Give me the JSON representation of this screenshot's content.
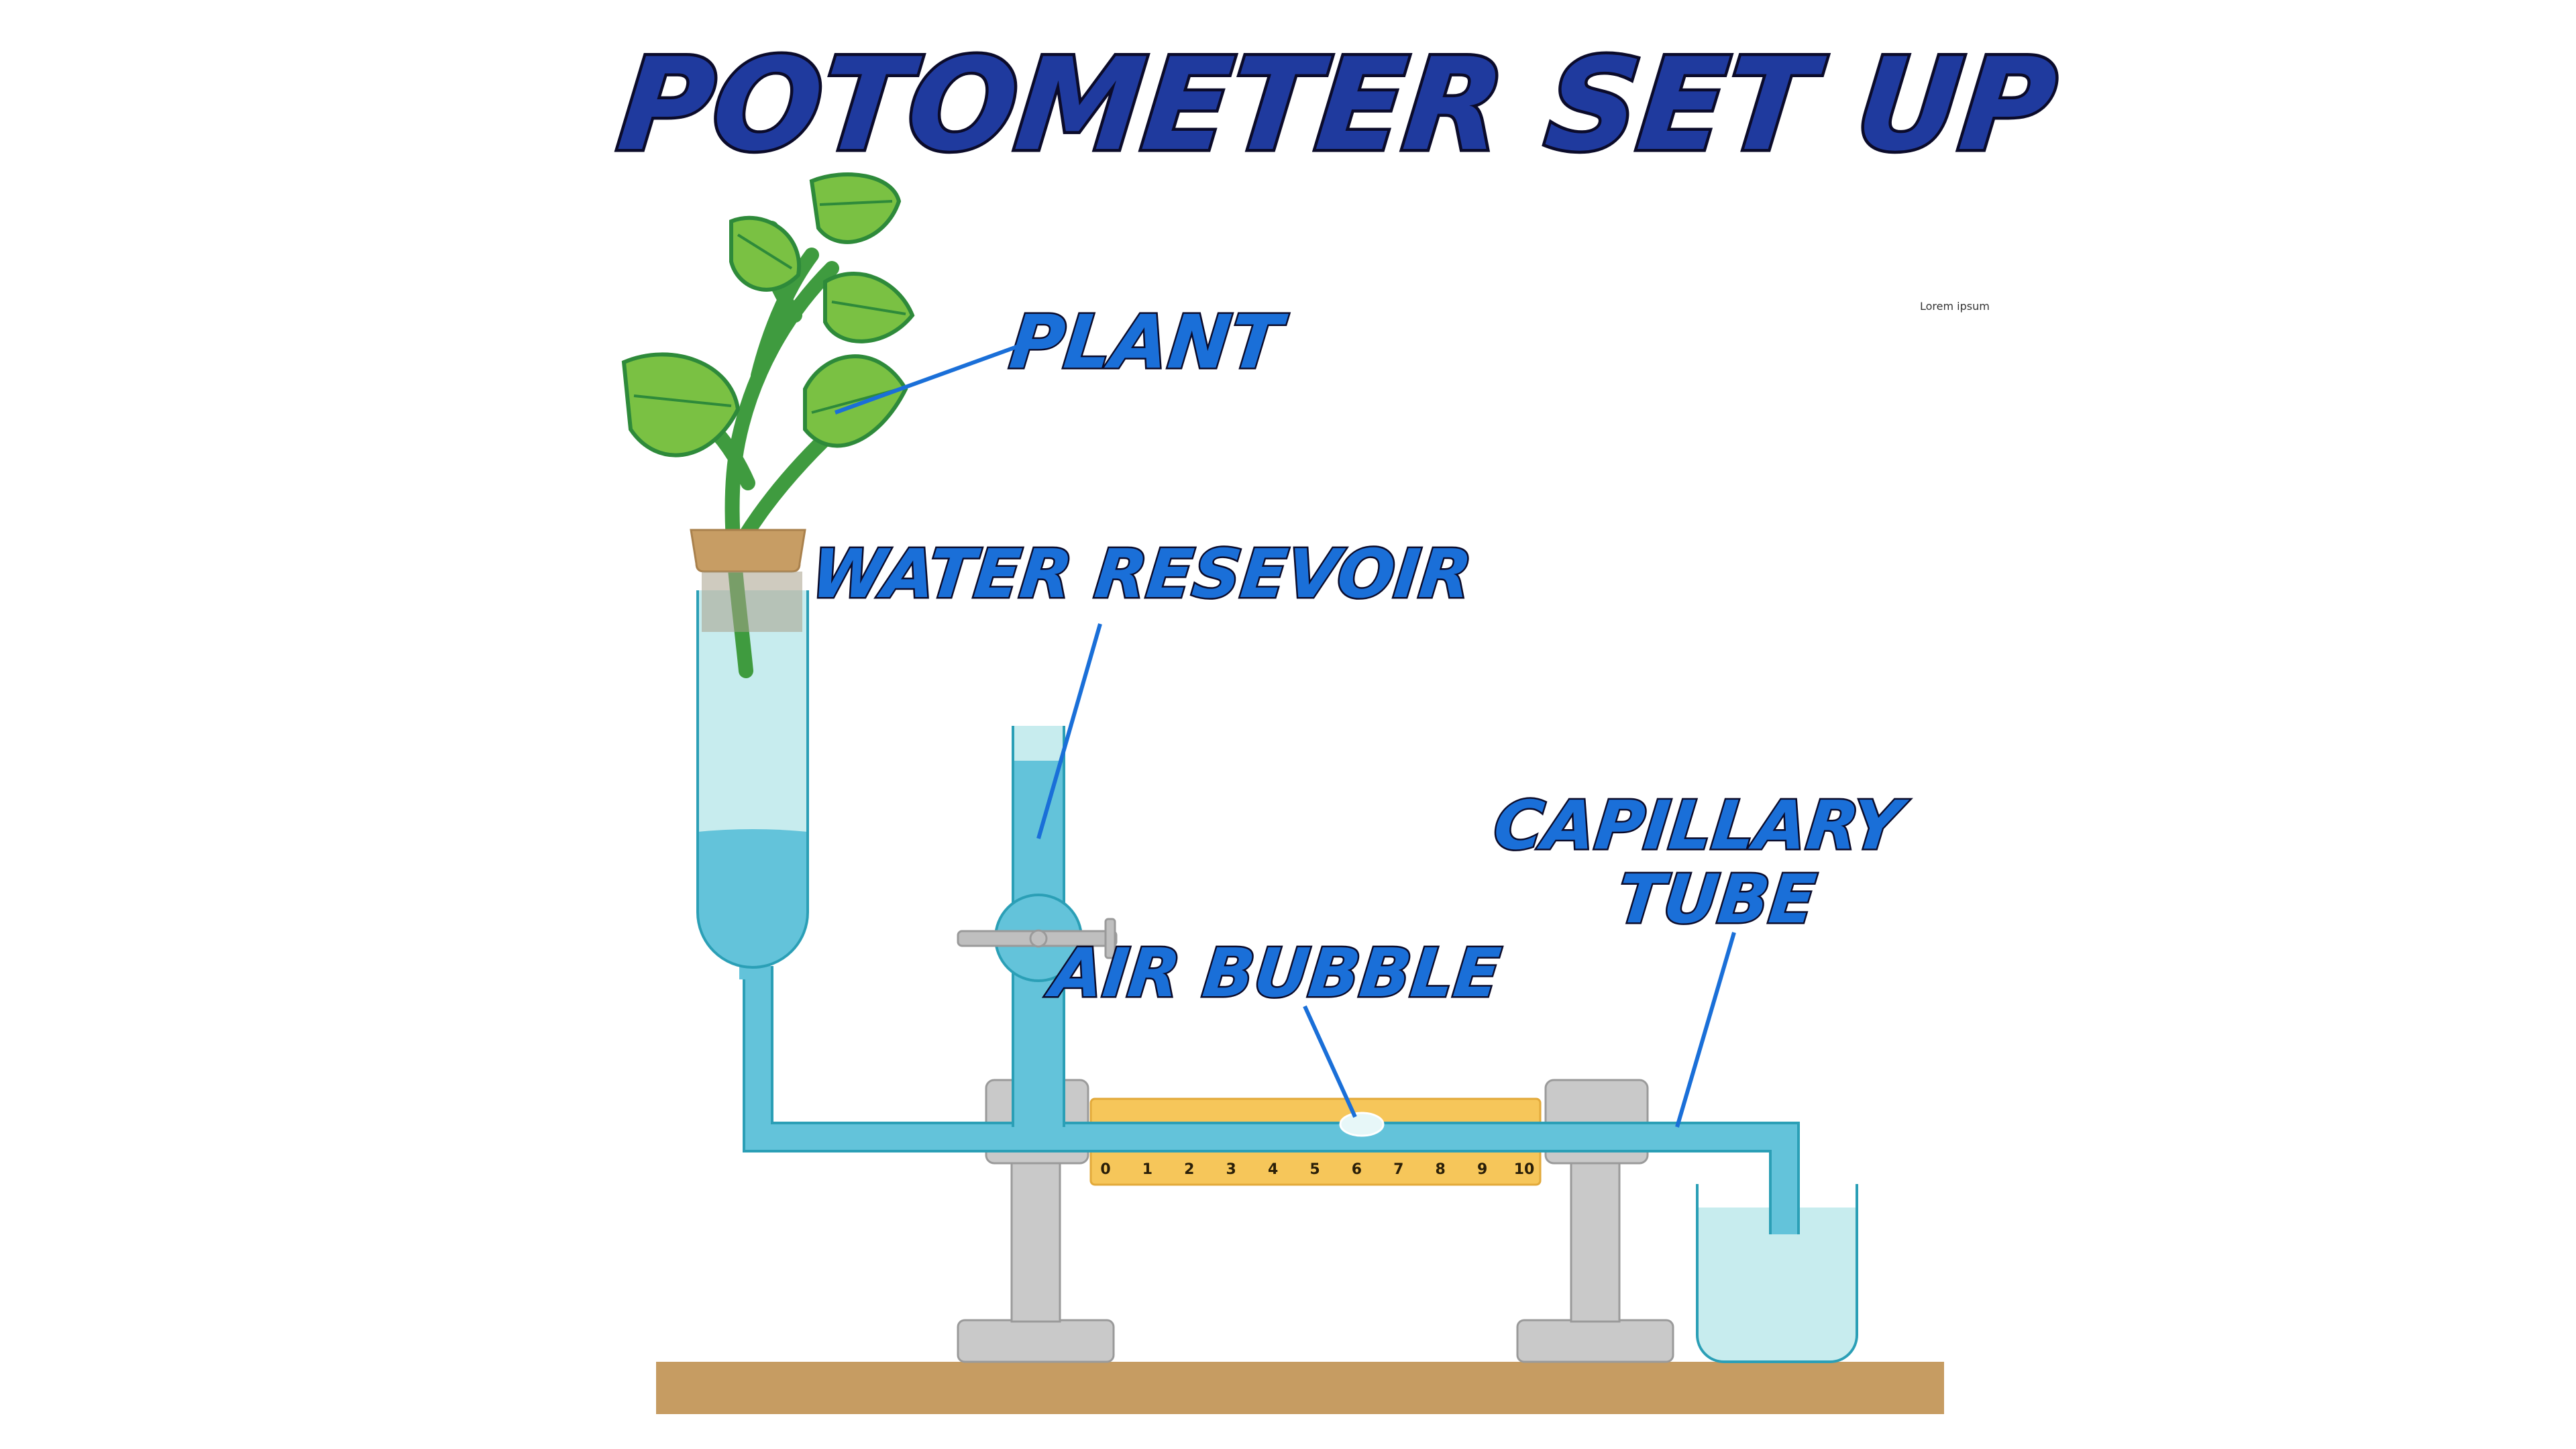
{
  "title": "POTOMETER SET UP",
  "labels": {
    "plant": "PLANT",
    "water_reservoir": "WATER RESEVOIR",
    "air_bubble": "AIR BUBBLE",
    "capillary_tube_line1": "CAPILLARY",
    "capillary_tube_line2": "TUBE"
  },
  "watermark": "Lorem ipsum",
  "ruler": {
    "ticks": [
      "0",
      "1",
      "2",
      "3",
      "4",
      "5",
      "6",
      "7",
      "8",
      "9",
      "10"
    ]
  },
  "colors": {
    "title": "#1f3a9e",
    "label": "#1a6fd8",
    "water": "#63c3da",
    "light_water": "#c7ecee",
    "glass_stroke": "#2b9fb6",
    "cork": "#c79d64",
    "clamp": "#c9c9c9",
    "bench": "#c69c62",
    "ruler": "#f6c65a",
    "leaf": "#7ac143",
    "stem": "#3f9b3f",
    "pointer": "#1a6fd8"
  }
}
